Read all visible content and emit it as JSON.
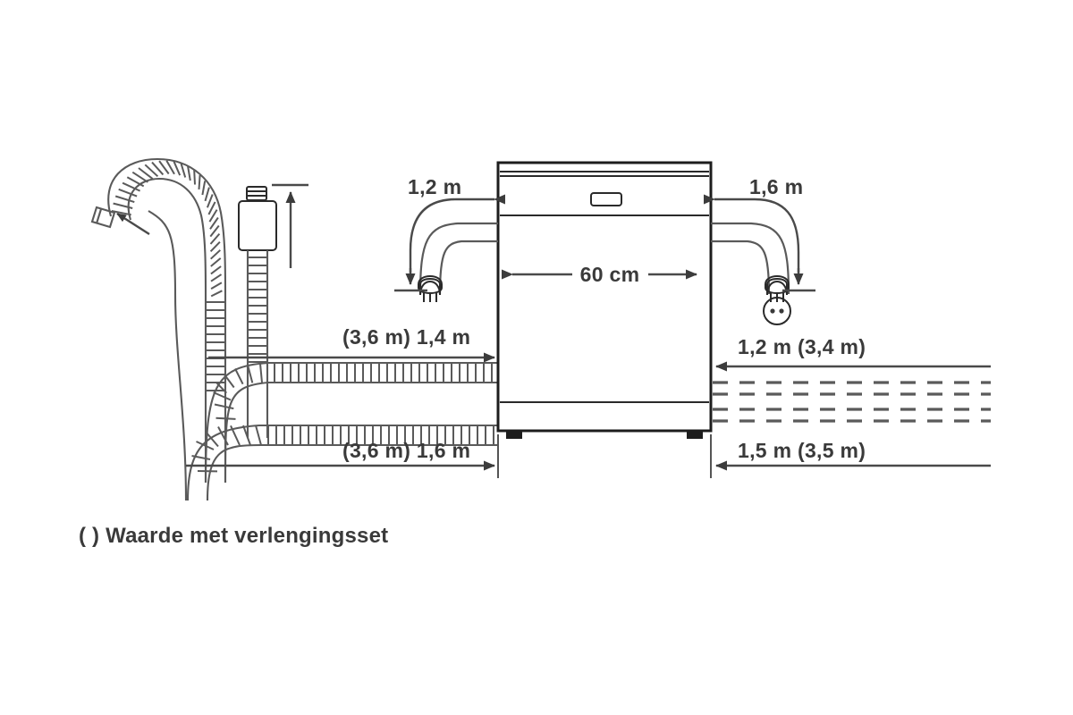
{
  "diagram": {
    "title": "Dishwasher hose and cable length installation diagram",
    "language": "nl",
    "caption": "( ) Waarde met verlengingsset",
    "appliance": {
      "name": "dishwasher",
      "width_label": "60 cm"
    },
    "labels": {
      "top_left_cable": "1,2 m",
      "top_right_cable": "1,6 m",
      "mid_left_hose": "(3,6 m) 1,4 m",
      "mid_right_hose": "1,2 m (3,4 m)",
      "bottom_left_hose": "(3,6 m) 1,6 m",
      "bottom_right_hose": "1,5 m (3,5 m)",
      "appliance_width": "60 cm"
    },
    "icons": {
      "left_plug": "power-plug-icon",
      "right_plug": "power-plug-icon",
      "socket": "wall-socket-icon",
      "aquastop": "aquastop-valve-icon",
      "hose_end": "hose-nozzle-icon"
    },
    "colors": {
      "stroke": "#1d1d1d",
      "line": "#4a4a4a",
      "hose": "#5a5a5a",
      "text": "#3a3a3a",
      "background": "#ffffff"
    }
  }
}
